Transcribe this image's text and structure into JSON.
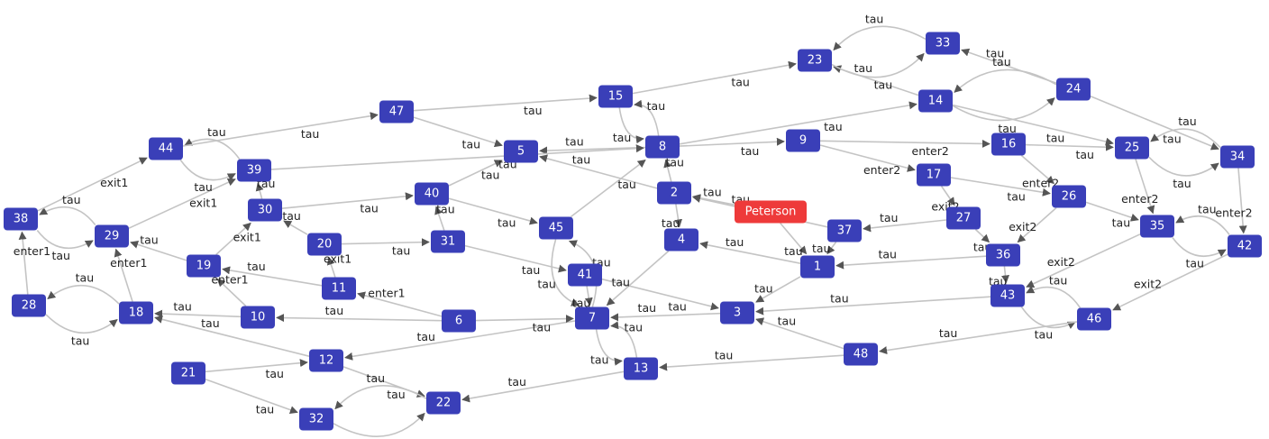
{
  "graph": {
    "start_node": "Peterson",
    "nodes": [
      {
        "id": "Peterson",
        "label": "Peterson",
        "kind": "start"
      },
      {
        "id": "1",
        "label": "1"
      },
      {
        "id": "2",
        "label": "2"
      },
      {
        "id": "3",
        "label": "3"
      },
      {
        "id": "4",
        "label": "4"
      },
      {
        "id": "5",
        "label": "5"
      },
      {
        "id": "6",
        "label": "6"
      },
      {
        "id": "7",
        "label": "7"
      },
      {
        "id": "8",
        "label": "8"
      },
      {
        "id": "9",
        "label": "9"
      },
      {
        "id": "10",
        "label": "10"
      },
      {
        "id": "11",
        "label": "11"
      },
      {
        "id": "12",
        "label": "12"
      },
      {
        "id": "13",
        "label": "13"
      },
      {
        "id": "14",
        "label": "14"
      },
      {
        "id": "15",
        "label": "15"
      },
      {
        "id": "16",
        "label": "16"
      },
      {
        "id": "17",
        "label": "17"
      },
      {
        "id": "18",
        "label": "18"
      },
      {
        "id": "19",
        "label": "19"
      },
      {
        "id": "20",
        "label": "20"
      },
      {
        "id": "21",
        "label": "21"
      },
      {
        "id": "22",
        "label": "22"
      },
      {
        "id": "23",
        "label": "23"
      },
      {
        "id": "24",
        "label": "24"
      },
      {
        "id": "25",
        "label": "25"
      },
      {
        "id": "26",
        "label": "26"
      },
      {
        "id": "27",
        "label": "27"
      },
      {
        "id": "28",
        "label": "28"
      },
      {
        "id": "29",
        "label": "29"
      },
      {
        "id": "30",
        "label": "30"
      },
      {
        "id": "31",
        "label": "31"
      },
      {
        "id": "32",
        "label": "32"
      },
      {
        "id": "33",
        "label": "33"
      },
      {
        "id": "34",
        "label": "34"
      },
      {
        "id": "35",
        "label": "35"
      },
      {
        "id": "36",
        "label": "36"
      },
      {
        "id": "37",
        "label": "37"
      },
      {
        "id": "38",
        "label": "38"
      },
      {
        "id": "39",
        "label": "39"
      },
      {
        "id": "40",
        "label": "40"
      },
      {
        "id": "41",
        "label": "41"
      },
      {
        "id": "42",
        "label": "42"
      },
      {
        "id": "43",
        "label": "43"
      },
      {
        "id": "44",
        "label": "44"
      },
      {
        "id": "45",
        "label": "45"
      },
      {
        "id": "46",
        "label": "46"
      },
      {
        "id": "47",
        "label": "47"
      },
      {
        "id": "48",
        "label": "48"
      }
    ],
    "edges": [
      {
        "from": "Peterson",
        "to": "2",
        "label": "tau"
      },
      {
        "from": "Peterson",
        "to": "1",
        "label": "tau"
      },
      {
        "from": "2",
        "to": "5",
        "label": "tau"
      },
      {
        "from": "2",
        "to": "8",
        "label": "tau"
      },
      {
        "from": "2",
        "to": "4",
        "label": "tau"
      },
      {
        "from": "1",
        "to": "4",
        "label": "tau"
      },
      {
        "from": "1",
        "to": "3",
        "label": "tau"
      },
      {
        "from": "37",
        "to": "1",
        "label": "tau"
      },
      {
        "from": "37",
        "to": "2",
        "label": "tau"
      },
      {
        "from": "27",
        "to": "37",
        "label": "tau"
      },
      {
        "from": "36",
        "to": "1",
        "label": "tau"
      },
      {
        "from": "8",
        "to": "15",
        "label": "tau"
      },
      {
        "from": "15",
        "to": "8",
        "label": "tau"
      },
      {
        "from": "15",
        "to": "23",
        "label": "tau"
      },
      {
        "from": "8",
        "to": "9",
        "label": "tau"
      },
      {
        "from": "8",
        "to": "14",
        "label": "tau"
      },
      {
        "from": "8",
        "to": "5",
        "label": "tau"
      },
      {
        "from": "9",
        "to": "16",
        "label": "enter2"
      },
      {
        "from": "9",
        "to": "17",
        "label": "enter2"
      },
      {
        "from": "14",
        "to": "23",
        "label": "tau"
      },
      {
        "from": "14",
        "to": "24",
        "label": "tau"
      },
      {
        "from": "14",
        "to": "25",
        "label": "tau"
      },
      {
        "from": "24",
        "to": "14",
        "label": "tau"
      },
      {
        "from": "24",
        "to": "34",
        "label": "tau"
      },
      {
        "from": "24",
        "to": "33",
        "label": "tau"
      },
      {
        "from": "23",
        "to": "33",
        "label": "tau"
      },
      {
        "from": "33",
        "to": "23",
        "label": "tau"
      },
      {
        "from": "16",
        "to": "25",
        "label": "tau"
      },
      {
        "from": "16",
        "to": "26",
        "label": "enter2"
      },
      {
        "from": "17",
        "to": "26",
        "label": "tau"
      },
      {
        "from": "17",
        "to": "27",
        "label": "exit2"
      },
      {
        "from": "25",
        "to": "34",
        "label": "tau"
      },
      {
        "from": "34",
        "to": "25",
        "label": "tau"
      },
      {
        "from": "25",
        "to": "35",
        "label": "enter2"
      },
      {
        "from": "34",
        "to": "42",
        "label": "enter2"
      },
      {
        "from": "26",
        "to": "35",
        "label": "tau"
      },
      {
        "from": "26",
        "to": "36",
        "label": "exit2"
      },
      {
        "from": "27",
        "to": "36",
        "label": "tau"
      },
      {
        "from": "35",
        "to": "43",
        "label": "exit2"
      },
      {
        "from": "35",
        "to": "42",
        "label": "tau"
      },
      {
        "from": "42",
        "to": "35",
        "label": "tau"
      },
      {
        "from": "42",
        "to": "46",
        "label": "exit2"
      },
      {
        "from": "36",
        "to": "43",
        "label": "tau"
      },
      {
        "from": "43",
        "to": "3",
        "label": "tau"
      },
      {
        "from": "43",
        "to": "46",
        "label": "tau"
      },
      {
        "from": "46",
        "to": "43",
        "label": "tau"
      },
      {
        "from": "46",
        "to": "48",
        "label": "tau"
      },
      {
        "from": "48",
        "to": "3",
        "label": "tau"
      },
      {
        "from": "48",
        "to": "13",
        "label": "tau"
      },
      {
        "from": "3",
        "to": "7",
        "label": "tau"
      },
      {
        "from": "4",
        "to": "7",
        "label": "tau"
      },
      {
        "from": "7",
        "to": "13",
        "label": "tau"
      },
      {
        "from": "13",
        "to": "7",
        "label": "tau"
      },
      {
        "from": "7",
        "to": "45",
        "label": "tau"
      },
      {
        "from": "45",
        "to": "7",
        "label": "tau"
      },
      {
        "from": "45",
        "to": "8",
        "label": "tau"
      },
      {
        "from": "7",
        "to": "12",
        "label": "tau"
      },
      {
        "from": "6",
        "to": "7",
        "label": "tau"
      },
      {
        "from": "6",
        "to": "10",
        "label": "tau"
      },
      {
        "from": "6",
        "to": "11",
        "label": "enter1"
      },
      {
        "from": "41",
        "to": "3",
        "label": "tau"
      },
      {
        "from": "41",
        "to": "7",
        "label": "tau"
      },
      {
        "from": "13",
        "to": "22",
        "label": "tau"
      },
      {
        "from": "12",
        "to": "18",
        "label": "tau"
      },
      {
        "from": "12",
        "to": "22",
        "label": "tau"
      },
      {
        "from": "21",
        "to": "12",
        "label": "tau"
      },
      {
        "from": "21",
        "to": "32",
        "label": "tau"
      },
      {
        "from": "22",
        "to": "32",
        "label": "tau"
      },
      {
        "from": "32",
        "to": "22",
        "label": "tau"
      },
      {
        "from": "10",
        "to": "18",
        "label": "tau"
      },
      {
        "from": "10",
        "to": "19",
        "label": "enter1"
      },
      {
        "from": "11",
        "to": "19",
        "label": "tau"
      },
      {
        "from": "11",
        "to": "20",
        "label": "exit1"
      },
      {
        "from": "18",
        "to": "28",
        "label": "tau"
      },
      {
        "from": "28",
        "to": "18",
        "label": "tau"
      },
      {
        "from": "18",
        "to": "29",
        "label": "enter1"
      },
      {
        "from": "28",
        "to": "38",
        "label": "enter1"
      },
      {
        "from": "19",
        "to": "29",
        "label": "tau"
      },
      {
        "from": "19",
        "to": "30",
        "label": "exit1"
      },
      {
        "from": "20",
        "to": "30",
        "label": "tau"
      },
      {
        "from": "20",
        "to": "31",
        "label": "tau"
      },
      {
        "from": "29",
        "to": "38",
        "label": "tau"
      },
      {
        "from": "38",
        "to": "29",
        "label": "tau"
      },
      {
        "from": "29",
        "to": "39",
        "label": "exit1"
      },
      {
        "from": "38",
        "to": "44",
        "label": "exit1"
      },
      {
        "from": "44",
        "to": "39",
        "label": "tau"
      },
      {
        "from": "39",
        "to": "44",
        "label": "tau"
      },
      {
        "from": "44",
        "to": "47",
        "label": "tau"
      },
      {
        "from": "30",
        "to": "39",
        "label": "tau"
      },
      {
        "from": "30",
        "to": "40",
        "label": "tau"
      },
      {
        "from": "31",
        "to": "40",
        "label": "tau"
      },
      {
        "from": "31",
        "to": "41",
        "label": "tau"
      },
      {
        "from": "39",
        "to": "8",
        "label": "tau"
      },
      {
        "from": "40",
        "to": "5",
        "label": "tau"
      },
      {
        "from": "40",
        "to": "45",
        "label": "tau"
      },
      {
        "from": "47",
        "to": "15",
        "label": "tau"
      },
      {
        "from": "47",
        "to": "5",
        "label": "tau"
      }
    ]
  }
}
